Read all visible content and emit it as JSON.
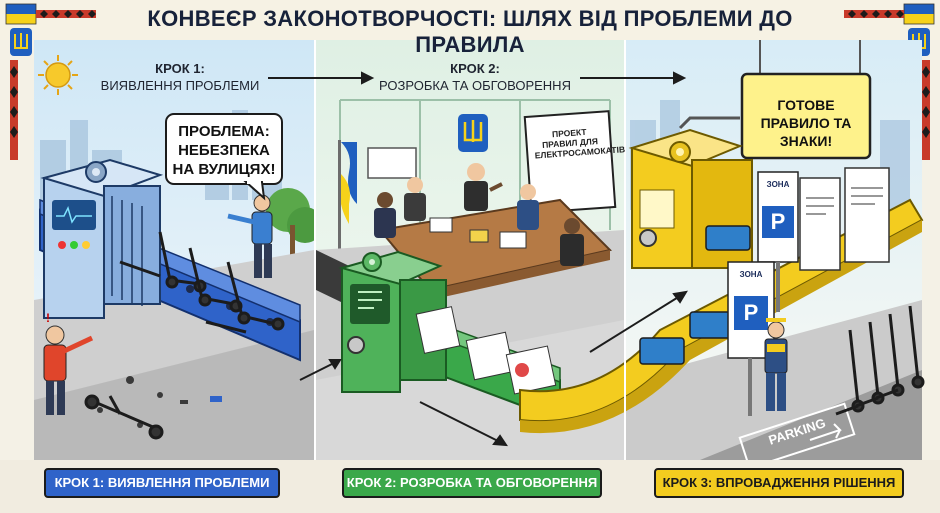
{
  "title": "КОНВЕЄР ЗАКОНОТВОРЧОСТІ: ШЛЯХ ВІД ПРОБЛЕМИ ДО ПРАВИЛА",
  "steps": [
    {
      "heading": "КРОК 1:",
      "subtitle": "ВИЯВЛЕННЯ ПРОБЛЕМИ",
      "bottom_label": "КРОК 1: ВИЯВЛЕННЯ ПРОБЛЕМИ",
      "color": "#2f63c9"
    },
    {
      "heading": "КРОК 2:",
      "subtitle": "РОЗРОБКА ТА ОБГОВОРЕННЯ",
      "bottom_label": "КРОК 2: РОЗРОБКА ТА ОБГОВОРЕННЯ",
      "color": "#3aa84a"
    },
    {
      "bottom_label": "КРОК 3: ВПРОВАДЖЕННЯ РІШЕННЯ",
      "color": "#f3cc1f"
    }
  ],
  "problem_bubble": "ПРОБЛЕМА: НЕБЕЗПЕКА НА ВУЛИЦЯХ!",
  "draft_document": "ПРОЕКТ ПРАВИЛ ДЛЯ ЕЛЕКТРОСАМОКАТІВ",
  "ready_sign": "ГОТОВЕ ПРАВИЛО ТА ЗНАКИ!",
  "zone_label": "ЗОНА",
  "parking_sign_letter": "P",
  "road_marking": "PARKING",
  "colors": {
    "blue": "#2f63c9",
    "green": "#3aa84a",
    "yellow": "#f3cc1f",
    "ukraine_blue": "#1f5fbf",
    "ukraine_yellow": "#f6d21a"
  }
}
